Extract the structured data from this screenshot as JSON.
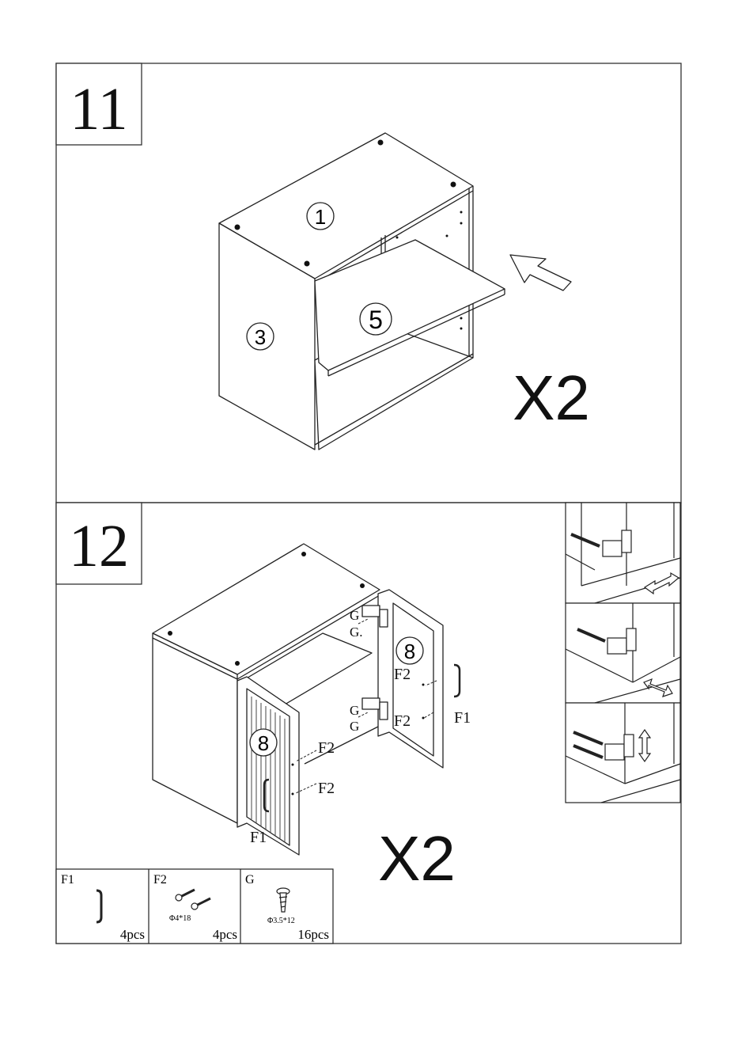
{
  "steps": [
    {
      "number": "11",
      "multiplier": "X2",
      "callouts": {
        "top": "1",
        "side": "3",
        "shelf": "5"
      }
    },
    {
      "number": "12",
      "multiplier": "X2",
      "callouts": {
        "door_left": "8",
        "door_right": "8"
      },
      "labels": {
        "g1": "G",
        "g2": "G.",
        "g3": "G",
        "g4": "G",
        "f2_right_top": "F2",
        "f2_right_bottom": "F2",
        "f2_left_top": "F2",
        "f2_left_bottom": "F2",
        "f1_right": "F1",
        "f1_left": "F1"
      }
    }
  ],
  "parts": [
    {
      "code": "F1",
      "size": "",
      "qty": "4pcs",
      "icon": "handle-icon"
    },
    {
      "code": "F2",
      "size": "Φ4*18",
      "qty": "4pcs",
      "icon": "screw-pair-icon"
    },
    {
      "code": "G",
      "size": "Φ3.5*12",
      "qty": "16pcs",
      "icon": "wood-screw-icon"
    }
  ]
}
